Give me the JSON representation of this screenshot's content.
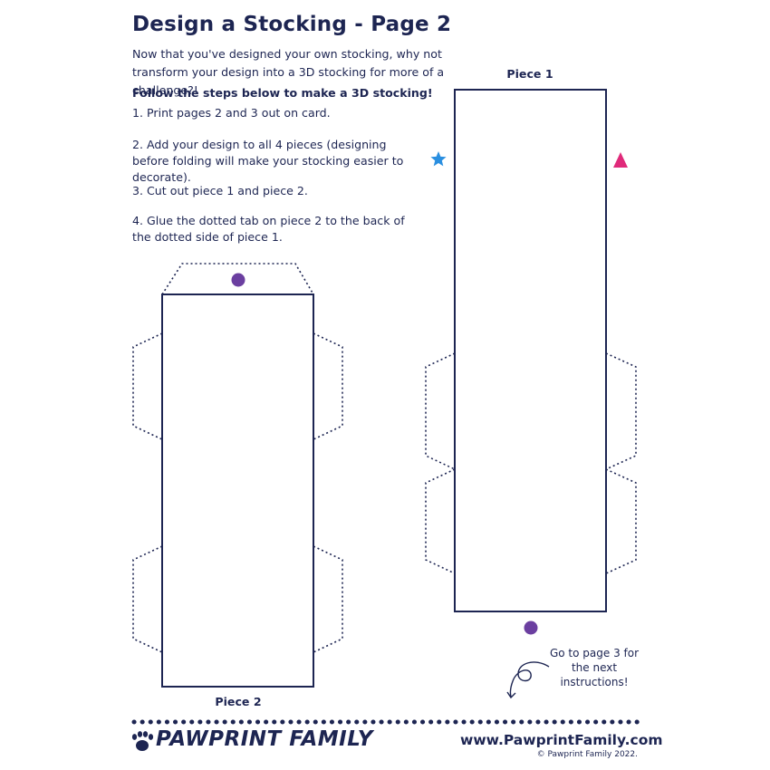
{
  "page": {
    "title": "Design a Stocking - Page 2",
    "intro": "Now that you've designed your own stocking, why not transform your design into a 3D stocking for more of a challenge?!",
    "steps_heading": "Follow the steps below to make a 3D stocking!",
    "steps": [
      "1. Print pages 2 and 3 out on card.",
      "2. Add your design to all 4 pieces (designing before folding will make your stocking easier to decorate).",
      "3. Cut out piece 1 and piece 2.",
      "4. Glue the dotted tab on piece 2 to the back of the dotted side of piece 1."
    ],
    "piece1_label": "Piece 1",
    "piece2_label": "Piece 2",
    "next_note": "Go to page 3 for the next instructions!"
  },
  "footer": {
    "brand": "PAWPRINT FAMILY",
    "website": "www.PawprintFamily.com",
    "copyright": "© Pawprint Family 2022."
  },
  "colors": {
    "ink": "#1d2552",
    "dot": "#6b3fa0",
    "star": "#2a8fe0",
    "triangle": "#e02a7a"
  },
  "icons": [
    "paw-icon",
    "star-icon",
    "triangle-icon",
    "arrow-icon"
  ]
}
